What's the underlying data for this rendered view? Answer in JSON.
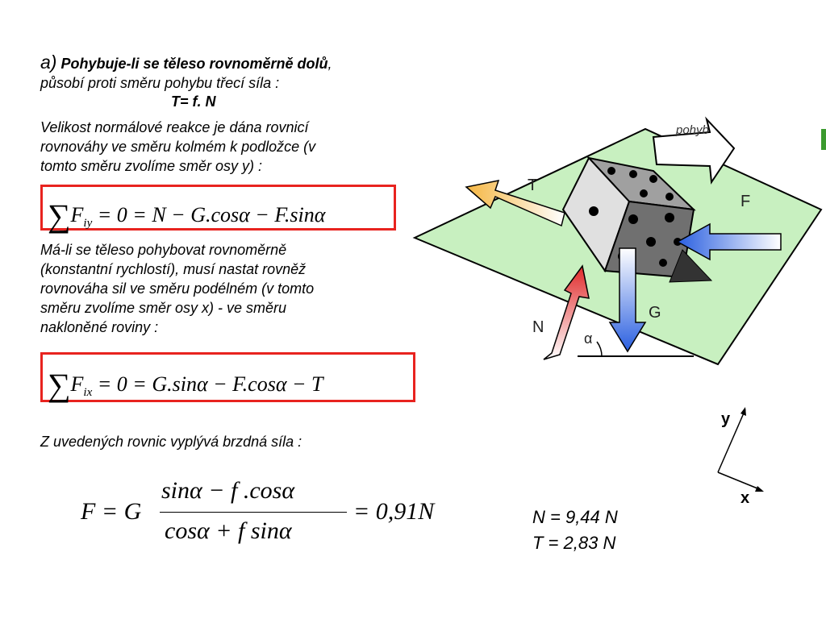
{
  "section_a": {
    "prefix": "a)",
    "heading": "Pohybuje-li se těleso rovnoměrně dolů",
    "heading_tail": ",",
    "line2": "působí proti směru pohybu třecí síla :",
    "friction_formula": "T= f. N"
  },
  "normal_reaction_text": [
    "Velikost normálové reakce je dána rovnicí",
    "rovnováhy ve směru kolmém k podložce (v",
    "tomto směru zvolíme směr osy y) :"
  ],
  "equation_y": {
    "sum": "∑",
    "F": "F",
    "sub": "iy",
    "rhs": "= 0 = N − G.cosα − F.sinα"
  },
  "uniform_motion_text": [
    "Má-li se těleso pohybovat rovnoměrně",
    "(konstantní rychlostí), musí nastat rovněž",
    "rovnováha sil ve směru podélném (v tomto",
    "směru zvolíme směr osy x) - ve směru",
    "nakloněné roviny :"
  ],
  "equation_x": {
    "sum": "∑",
    "F": "F",
    "sub": "ix",
    "rhs": "= 0 = G.sinα − F.cosα − T"
  },
  "conclusion_text": "Z uvedených rovnic vyplývá brzdná síla :",
  "final_equation": {
    "lhs": "F = G",
    "numerator": "sinα − f .cosα",
    "denominator": "cosα + f sinα",
    "result": "= 0,91N"
  },
  "results": {
    "n": "N = 9,44 N",
    "t": "T = 2,83 N"
  },
  "diagram": {
    "motion_label": "pohyb",
    "t_label": "T",
    "f_label": "F",
    "g_label": "G",
    "n_label": "N",
    "angle_label": "α",
    "plane_color": "#c8f0c0",
    "cube_colors": [
      "#e0e0e0",
      "#a0a0a0",
      "#707070"
    ],
    "t_arrow_color": "#f5b642",
    "f_arrow_color": "#2a5fe0",
    "g_arrow_color": "#2a5fe0",
    "n_arrow_color": "#e02a2a"
  },
  "axes": {
    "y_label": "y",
    "x_label": "x"
  }
}
